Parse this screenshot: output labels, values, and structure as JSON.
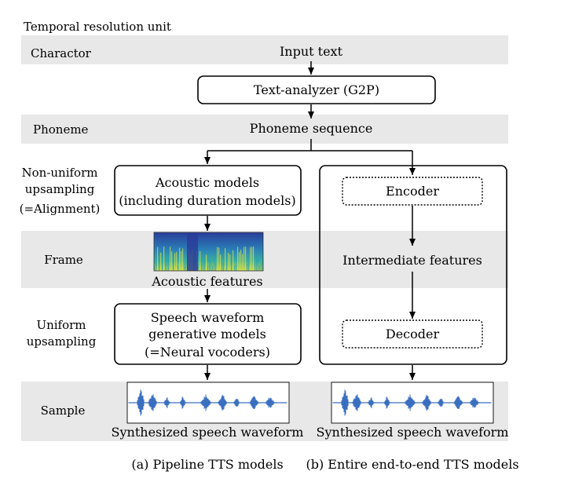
{
  "header": {
    "title": "Temporal resolution unit"
  },
  "rows": {
    "charactor": "Charactor",
    "phoneme": "Phoneme",
    "non_uniform": [
      "Non-uniform",
      "upsampling",
      "(=Alignment)"
    ],
    "frame": "Frame",
    "uniform": [
      "Uniform",
      "upsampling"
    ],
    "sample": "Sample"
  },
  "shared": {
    "input_text": "Input text",
    "text_analyzer": "Text-analyzer (G2P)",
    "phoneme_sequence": "Phoneme sequence"
  },
  "pipeline": {
    "acoustic_models": [
      "Acoustic models",
      "(including duration models)"
    ],
    "acoustic_features": "Acoustic features",
    "vocoder": [
      "Speech waveform",
      "generative models",
      "(=Neural vocoders)"
    ],
    "waveform_label": "Synthesized speech waveform",
    "caption": "(a) Pipeline TTS models"
  },
  "e2e": {
    "encoder": "Encoder",
    "intermediate_features": "Intermediate features",
    "decoder": "Decoder",
    "waveform_label": "Synthesized speech waveform",
    "caption": "(b) Entire end-to-end TTS models"
  },
  "colors": {
    "band": "#e8e8e8",
    "waveform": "#3a6fc0",
    "spectrogram_low": "#2a3d9a",
    "spectrogram_mid": "#2a9fb0",
    "spectrogram_high": "#d8e04a"
  }
}
